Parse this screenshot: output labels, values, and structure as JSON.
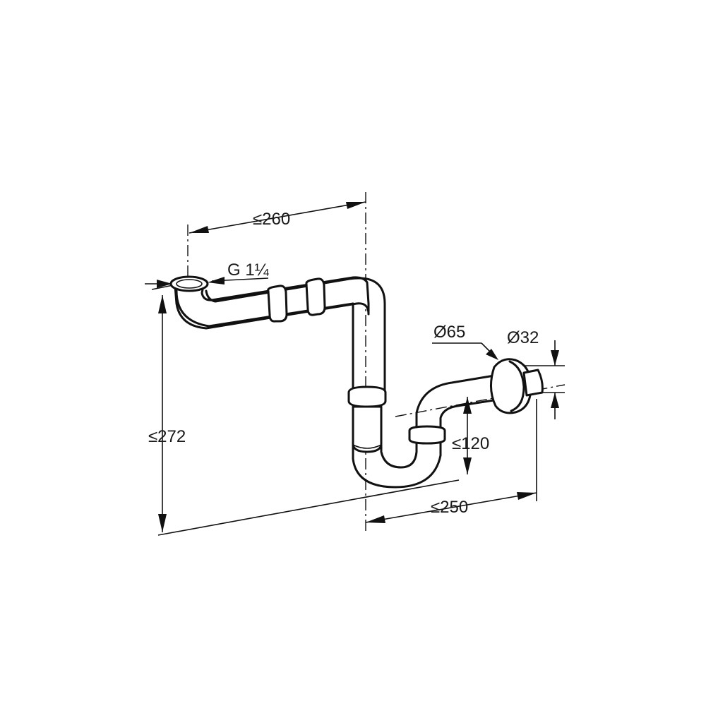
{
  "colors": {
    "line": "#111111",
    "background": "#ffffff"
  },
  "dimensions": {
    "width_top": "≤260",
    "thread": "G 1¼",
    "height_total": "≤272",
    "diameter_rosette": "Ø65",
    "diameter_pipe": "Ø32",
    "height_outlet": "≤120",
    "width_bottom": "≤250"
  }
}
